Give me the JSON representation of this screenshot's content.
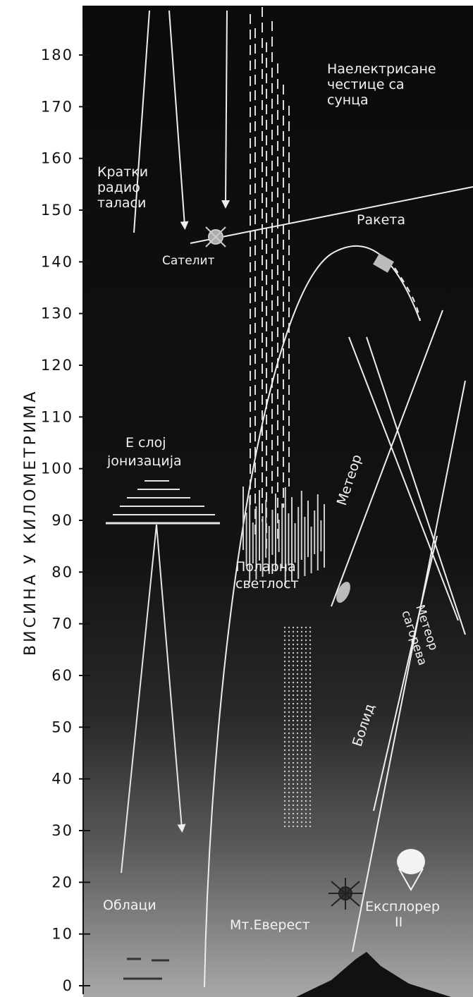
{
  "y_axis": {
    "title": "ВИСИНА У КИЛОМЕТРИМА",
    "ticks": [
      "180",
      "170",
      "160",
      "150",
      "140",
      "130",
      "120",
      "110",
      "100",
      "90",
      "80",
      "70",
      "60",
      "50",
      "40",
      "30",
      "20",
      "10",
      "0"
    ]
  },
  "labels": {
    "charged_particles": [
      "Наелектрисане",
      "честице са",
      "сунца"
    ],
    "short_radio_waves": [
      "Кратки",
      "радио",
      "таласи"
    ],
    "satellite": "Сателит",
    "rocket": "Ракета",
    "e_layer": [
      "Е слој",
      "јонизација"
    ],
    "meteor": "Метеор",
    "aurora": [
      "Поларна",
      "светлост"
    ],
    "meteor_burning": [
      "Метеор",
      "сагорева"
    ],
    "bolide": "Болид",
    "clouds": "Облаци",
    "everest": "Мт.Еверест",
    "explorer": [
      "Експлорер",
      "II"
    ]
  },
  "colors": {
    "sky_top": "#0b0b0b",
    "sky_bottom": "#9a9a9a",
    "line": "#ececec",
    "axis_text": "#111111"
  }
}
